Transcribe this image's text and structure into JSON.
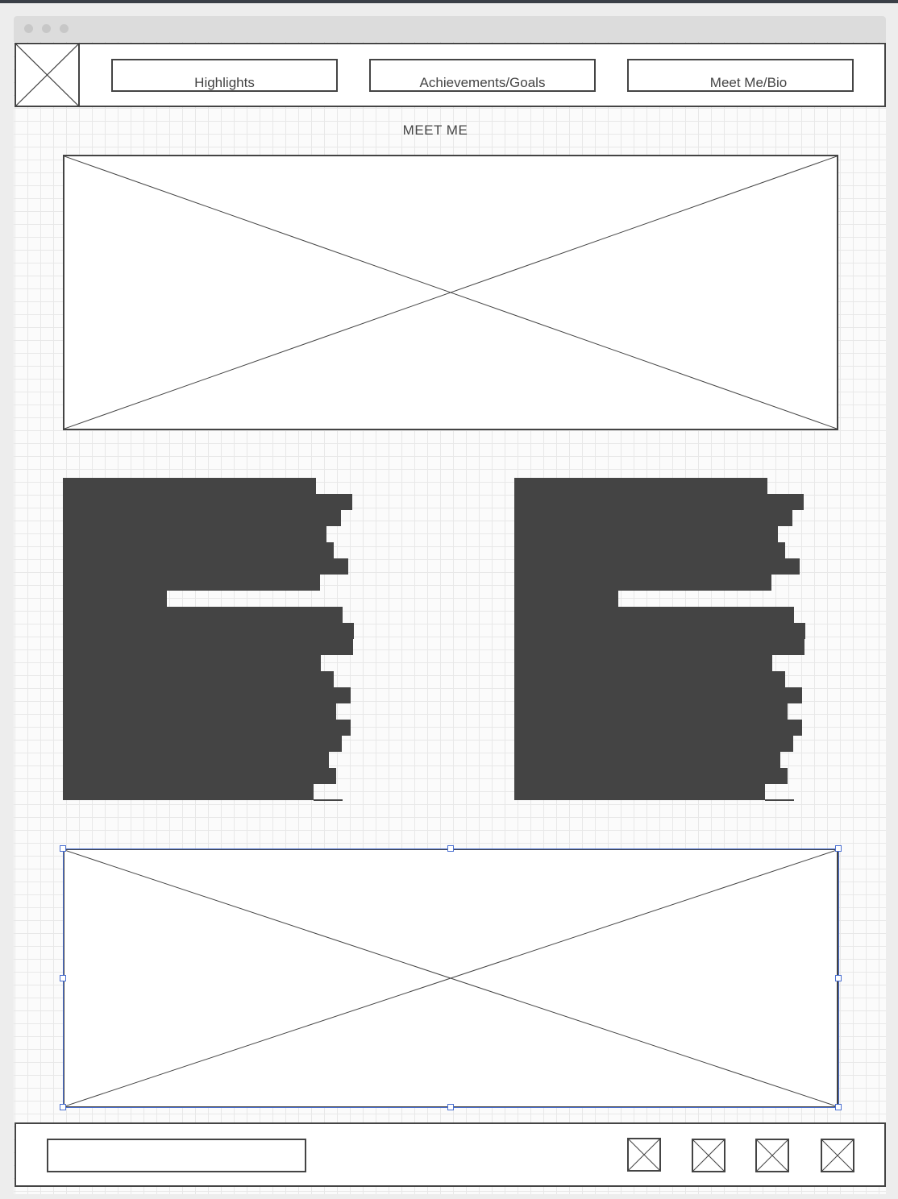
{
  "window": {
    "title": ""
  },
  "nav": {
    "logo_icon": "image-placeholder-icon",
    "items": [
      {
        "label": "Highlights"
      },
      {
        "label": "Achievements/Goals"
      },
      {
        "label": "Meet Me/Bio"
      }
    ]
  },
  "main": {
    "heading": "MEET ME",
    "hero_image": "image-placeholder",
    "text_blocks": [
      {
        "name": "left-text-block",
        "style": "redacted-text-lines"
      },
      {
        "name": "right-text-block",
        "style": "redacted-text-lines"
      }
    ],
    "bottom_image": {
      "state": "selected"
    }
  },
  "footer": {
    "text_field_value": "",
    "social_icons": [
      "image-placeholder-icon",
      "image-placeholder-icon",
      "image-placeholder-icon",
      "image-placeholder-icon"
    ]
  },
  "colors": {
    "stroke": "#444444",
    "selection": "#4a6fd1",
    "grid": "#e8e8e8",
    "titlebar": "#dcdcdc"
  }
}
